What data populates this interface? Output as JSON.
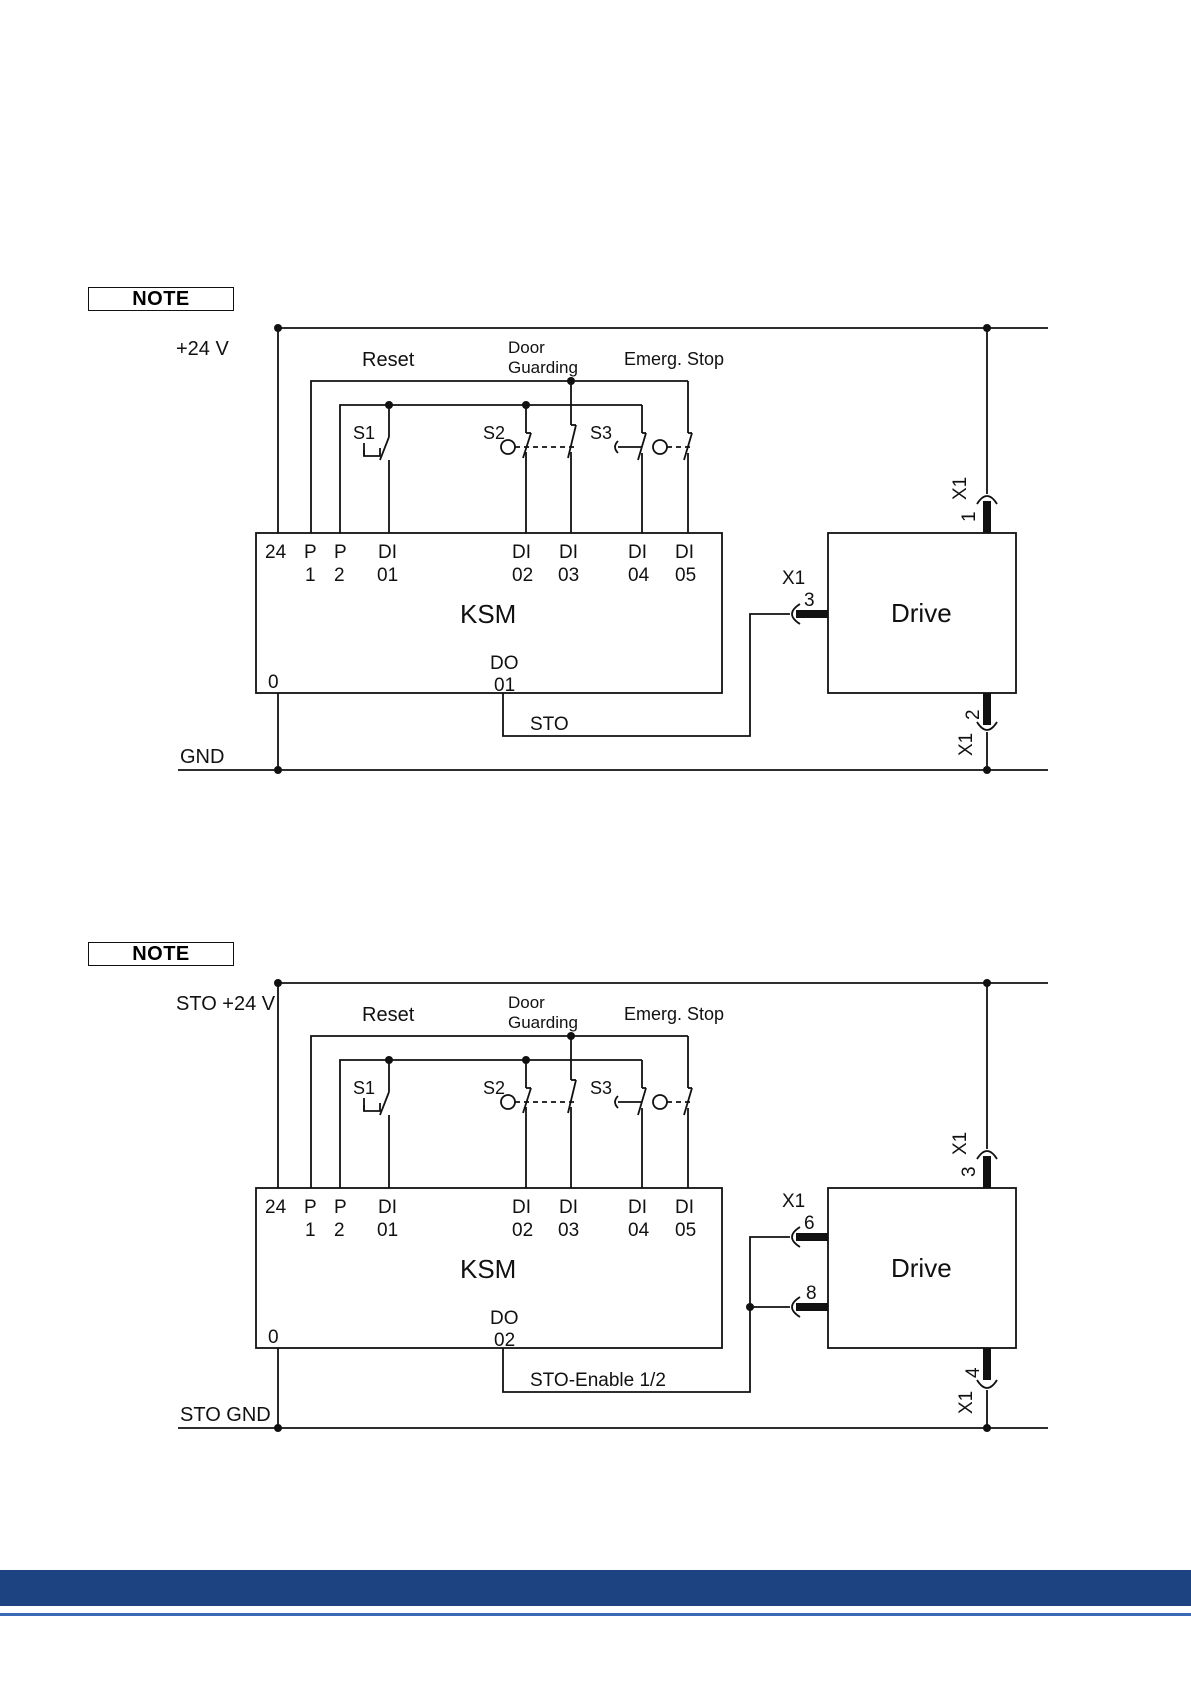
{
  "diagrams": [
    {
      "note": "NOTE",
      "supply_label": "+24 V",
      "ground_label": "GND",
      "reset_label": "Reset",
      "door_line1": "Door",
      "door_line2": "Guarding",
      "estop_label": "Emerg. Stop",
      "s1": "S1",
      "s2": "S2",
      "s3": "S3",
      "ksm_label": "KSM",
      "drive_label": "Drive",
      "pins": {
        "p24": "24",
        "p1a": "P",
        "p1b": "1",
        "p2a": "P",
        "p2b": "2",
        "di01a": "DI",
        "di01b": "01",
        "di02a": "DI",
        "di02b": "02",
        "di03a": "DI",
        "di03b": "03",
        "di04a": "DI",
        "di04b": "04",
        "di05a": "DI",
        "di05b": "05",
        "zero": "0",
        "doa": "DO",
        "dob": "01"
      },
      "conn_top_x1": "X1",
      "conn_top_pin": "1",
      "conn_bot_x1": "X1",
      "conn_bot_pin": "2",
      "side_x1": "X1",
      "side_pin": "3",
      "signal_label": "STO"
    },
    {
      "note": "NOTE",
      "supply_label": "STO +24 V",
      "ground_label": "STO GND",
      "reset_label": "Reset",
      "door_line1": "Door",
      "door_line2": "Guarding",
      "estop_label": "Emerg. Stop",
      "s1": "S1",
      "s2": "S2",
      "s3": "S3",
      "ksm_label": "KSM",
      "drive_label": "Drive",
      "pins": {
        "p24": "24",
        "p1a": "P",
        "p1b": "1",
        "p2a": "P",
        "p2b": "2",
        "di01a": "DI",
        "di01b": "01",
        "di02a": "DI",
        "di02b": "02",
        "di03a": "DI",
        "di03b": "03",
        "di04a": "DI",
        "di04b": "04",
        "di05a": "DI",
        "di05b": "05",
        "zero": "0",
        "doa": "DO",
        "dob": "02"
      },
      "conn_top_x1": "X1",
      "conn_top_pin": "3",
      "conn_bot_x1": "X1",
      "conn_bot_pin": "4",
      "side_x1": "X1",
      "side_pin": "6",
      "side_pin2": "8",
      "signal_label": "STO-Enable 1/2"
    }
  ]
}
